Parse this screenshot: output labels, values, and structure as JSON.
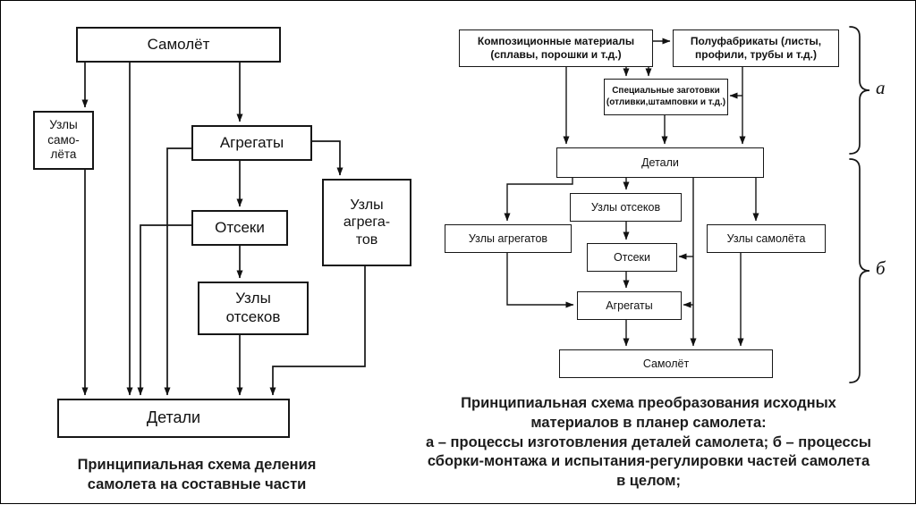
{
  "slide": {
    "background": "#ffffff",
    "frame_color": "#000000",
    "line_color": "#161616"
  },
  "left_diagram": {
    "nodes": {
      "samolet": "Самолёт",
      "uzly_samoleta": "Узлы\nсамо-\nлёта",
      "agregaty": "Агрегаты",
      "otseki": "Отсеки",
      "uzly_otsekov": "Узлы\nотсеков",
      "uzly_agregatov": "Узлы\nагрега-\nтов",
      "detali": "Детали"
    },
    "caption": "Принципиальная схема деления\nсамолета на составные части"
  },
  "right_diagram": {
    "nodes": {
      "kompozitsionnye_materialy": "Композиционные материалы\n(сплавы, порошки  и т.д.)",
      "polufabrikaty": "Полуфабрикаты (листы,\nпрофили, трубы и т.д.)",
      "spetsialnye_zagotovki": "Специальные заготовки\n(отливки,штамповки и т.д.)",
      "detali": "Детали",
      "uzly_otsekov": "Узлы отсеков",
      "uzly_agregatov": "Узлы агрегатов",
      "uzly_samoleta": "Узлы самолёта",
      "otseki": "Отсеки",
      "agregaty": "Агрегаты",
      "samolet": "Самолёт"
    },
    "bracket_a_label": "а",
    "bracket_b_label": "б",
    "caption": "Принципиальная схема преобразования исходных\nматериалов в планер самолета:\nа – процессы изготовления деталей самолета; б – процессы\nсборки-монтажа и испытания-регулировки частей самолета\nв целом;"
  }
}
